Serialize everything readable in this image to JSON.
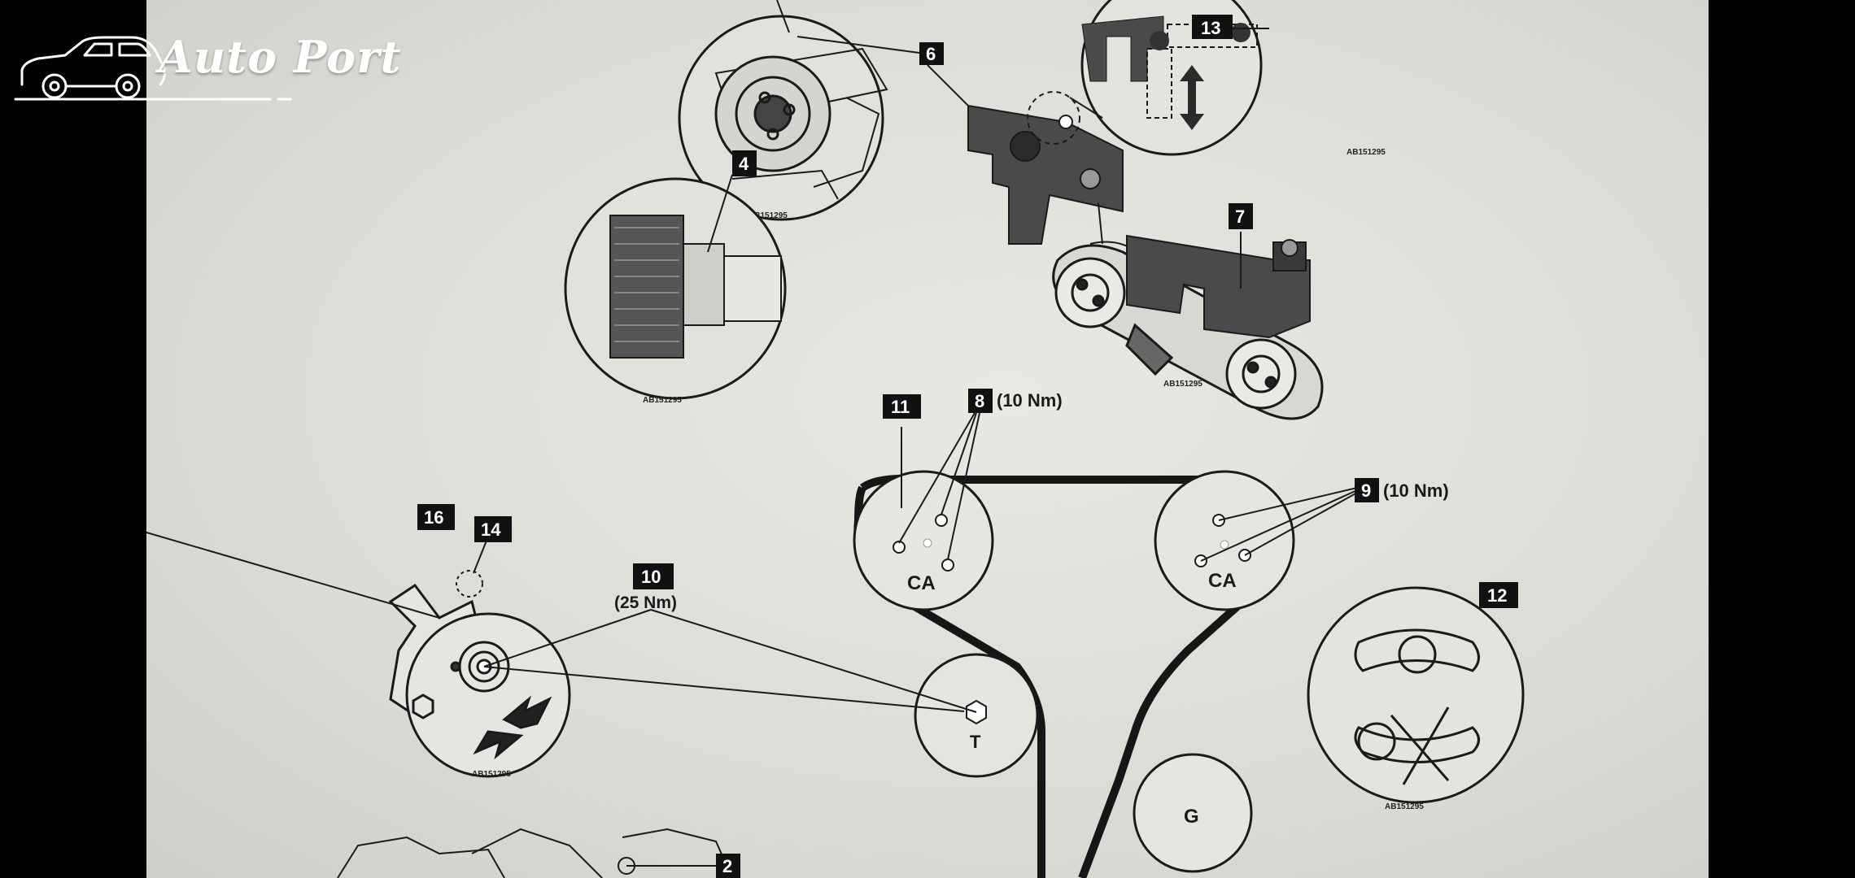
{
  "logo": {
    "brand": "Auto Port",
    "icon": "car-outline-icon"
  },
  "diagram": {
    "callouts": {
      "c2": "2",
      "c4": "4",
      "c6": "6",
      "c7": "7",
      "c8": "8",
      "c9": "9",
      "c10": "10",
      "c11": "11",
      "c12": "12",
      "c13": "13",
      "c14": "14",
      "c16": "16"
    },
    "torques": {
      "t8": "(10 Nm)",
      "t9": "(10 Nm)",
      "t10": "(25 Nm)"
    },
    "pulleys": {
      "cam_left": "CA",
      "cam_right": "CA",
      "tensioner": "T",
      "guide": "G"
    },
    "figure_refs": {
      "fig4": "AB151295",
      "fig_top": "AB151295",
      "fig13": "AB151295",
      "fig_belt": "AB151295",
      "fig16": "AB151295",
      "fig12": "AB151295"
    }
  }
}
